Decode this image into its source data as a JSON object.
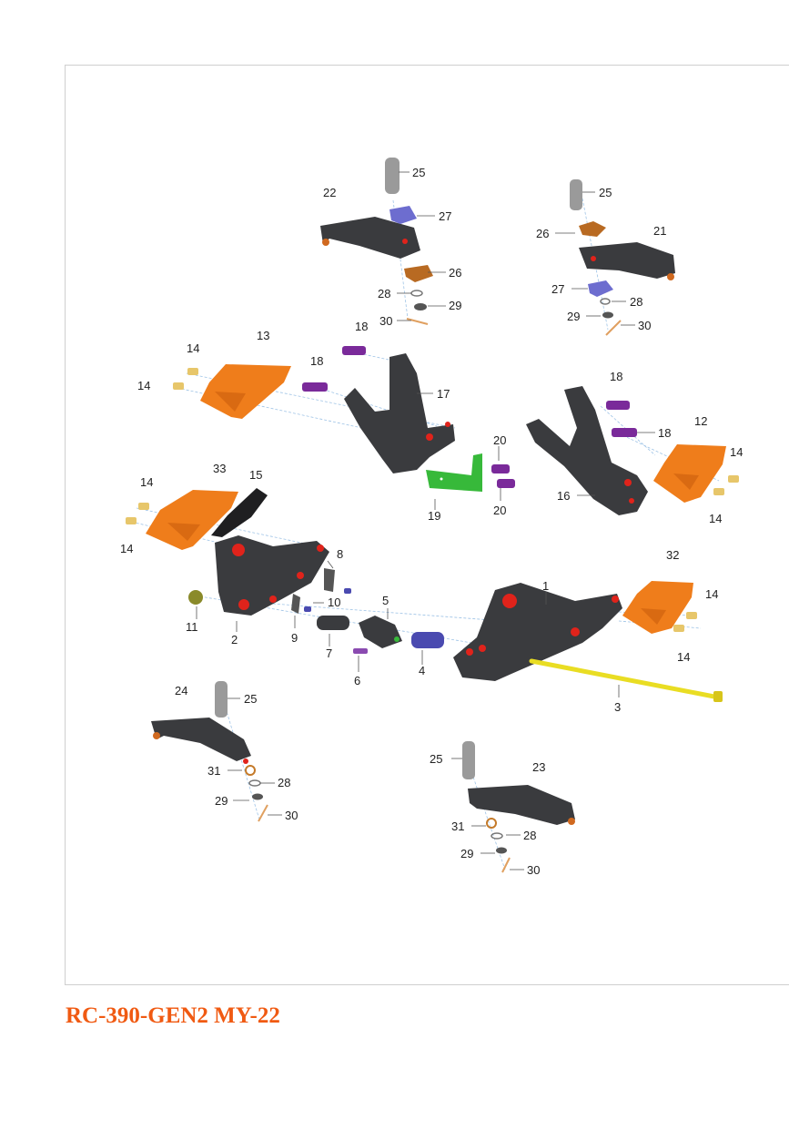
{
  "model": {
    "title": "RC-390-GEN2 MY-22"
  },
  "colors": {
    "title": "#f05a12",
    "frame_border": "#cfcfcf",
    "dark_part": "#3a3b3e",
    "red_detail": "#e0231b",
    "orange_part": "#ef7d1b",
    "purple_bolt": "#7a2a9a",
    "blue_part": "#6d6dcf",
    "gold_part": "#e7c66a",
    "green_bracket": "#37b93a",
    "yellow_axle": "#e9dd23",
    "grey_pin": "#9a9a9a",
    "bronze_plate": "#b86a22"
  },
  "callouts": [
    "1",
    "2",
    "3",
    "4",
    "5",
    "6",
    "7",
    "8",
    "9",
    "10",
    "11",
    "12",
    "13",
    "14",
    "15",
    "16",
    "17",
    "18",
    "19",
    "20",
    "21",
    "22",
    "23",
    "24",
    "25",
    "26",
    "27",
    "28",
    "29",
    "30",
    "31",
    "32",
    "33"
  ]
}
